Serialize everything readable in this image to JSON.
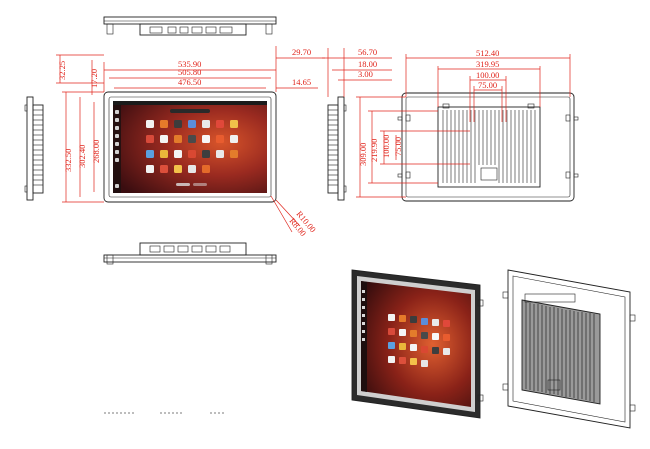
{
  "front_dims": {
    "width_outer": "535.90",
    "width_bezel": "505.80",
    "width_screen": "476.50",
    "right_margin": "29.70",
    "right_inner": "14.65",
    "top_offset": "32.25",
    "top_bezel": "17.20",
    "height_outer": "332.50",
    "height_bezel": "302.40",
    "height_screen": "268.00",
    "radius_outer": "R10.00",
    "radius_inner": "R8.00"
  },
  "side_dims": {
    "depth_total": "56.70",
    "depth_frame": "18.00",
    "depth_bezel": "3.00"
  },
  "rear_dims": {
    "width_mount": "512.40",
    "width_holes_wide": "319.95",
    "width_holes_mid": "100.00",
    "width_holes_vesa": "75.00",
    "height_mount": "309.00",
    "height_holes_wide": "219.90",
    "height_holes_mid": "100.00",
    "height_holes_vesa": "75.00"
  },
  "palette": {
    "dimension_red": "#e0241b",
    "outline": "#222222",
    "wallpaper_dark": "#3a0d10",
    "wallpaper_orange": "#d7542a"
  },
  "icons": [
    "files-icon",
    "firefox-icon",
    "terminal-icon",
    "settings-icon",
    "calendar-icon",
    "photos-icon",
    "music-icon",
    "video-icon",
    "software-icon",
    "text-editor-icon",
    "calculator-icon",
    "mail-icon",
    "help-icon",
    "camera-icon",
    "maps-icon",
    "weather-icon",
    "clock-icon",
    "notes-icon"
  ]
}
